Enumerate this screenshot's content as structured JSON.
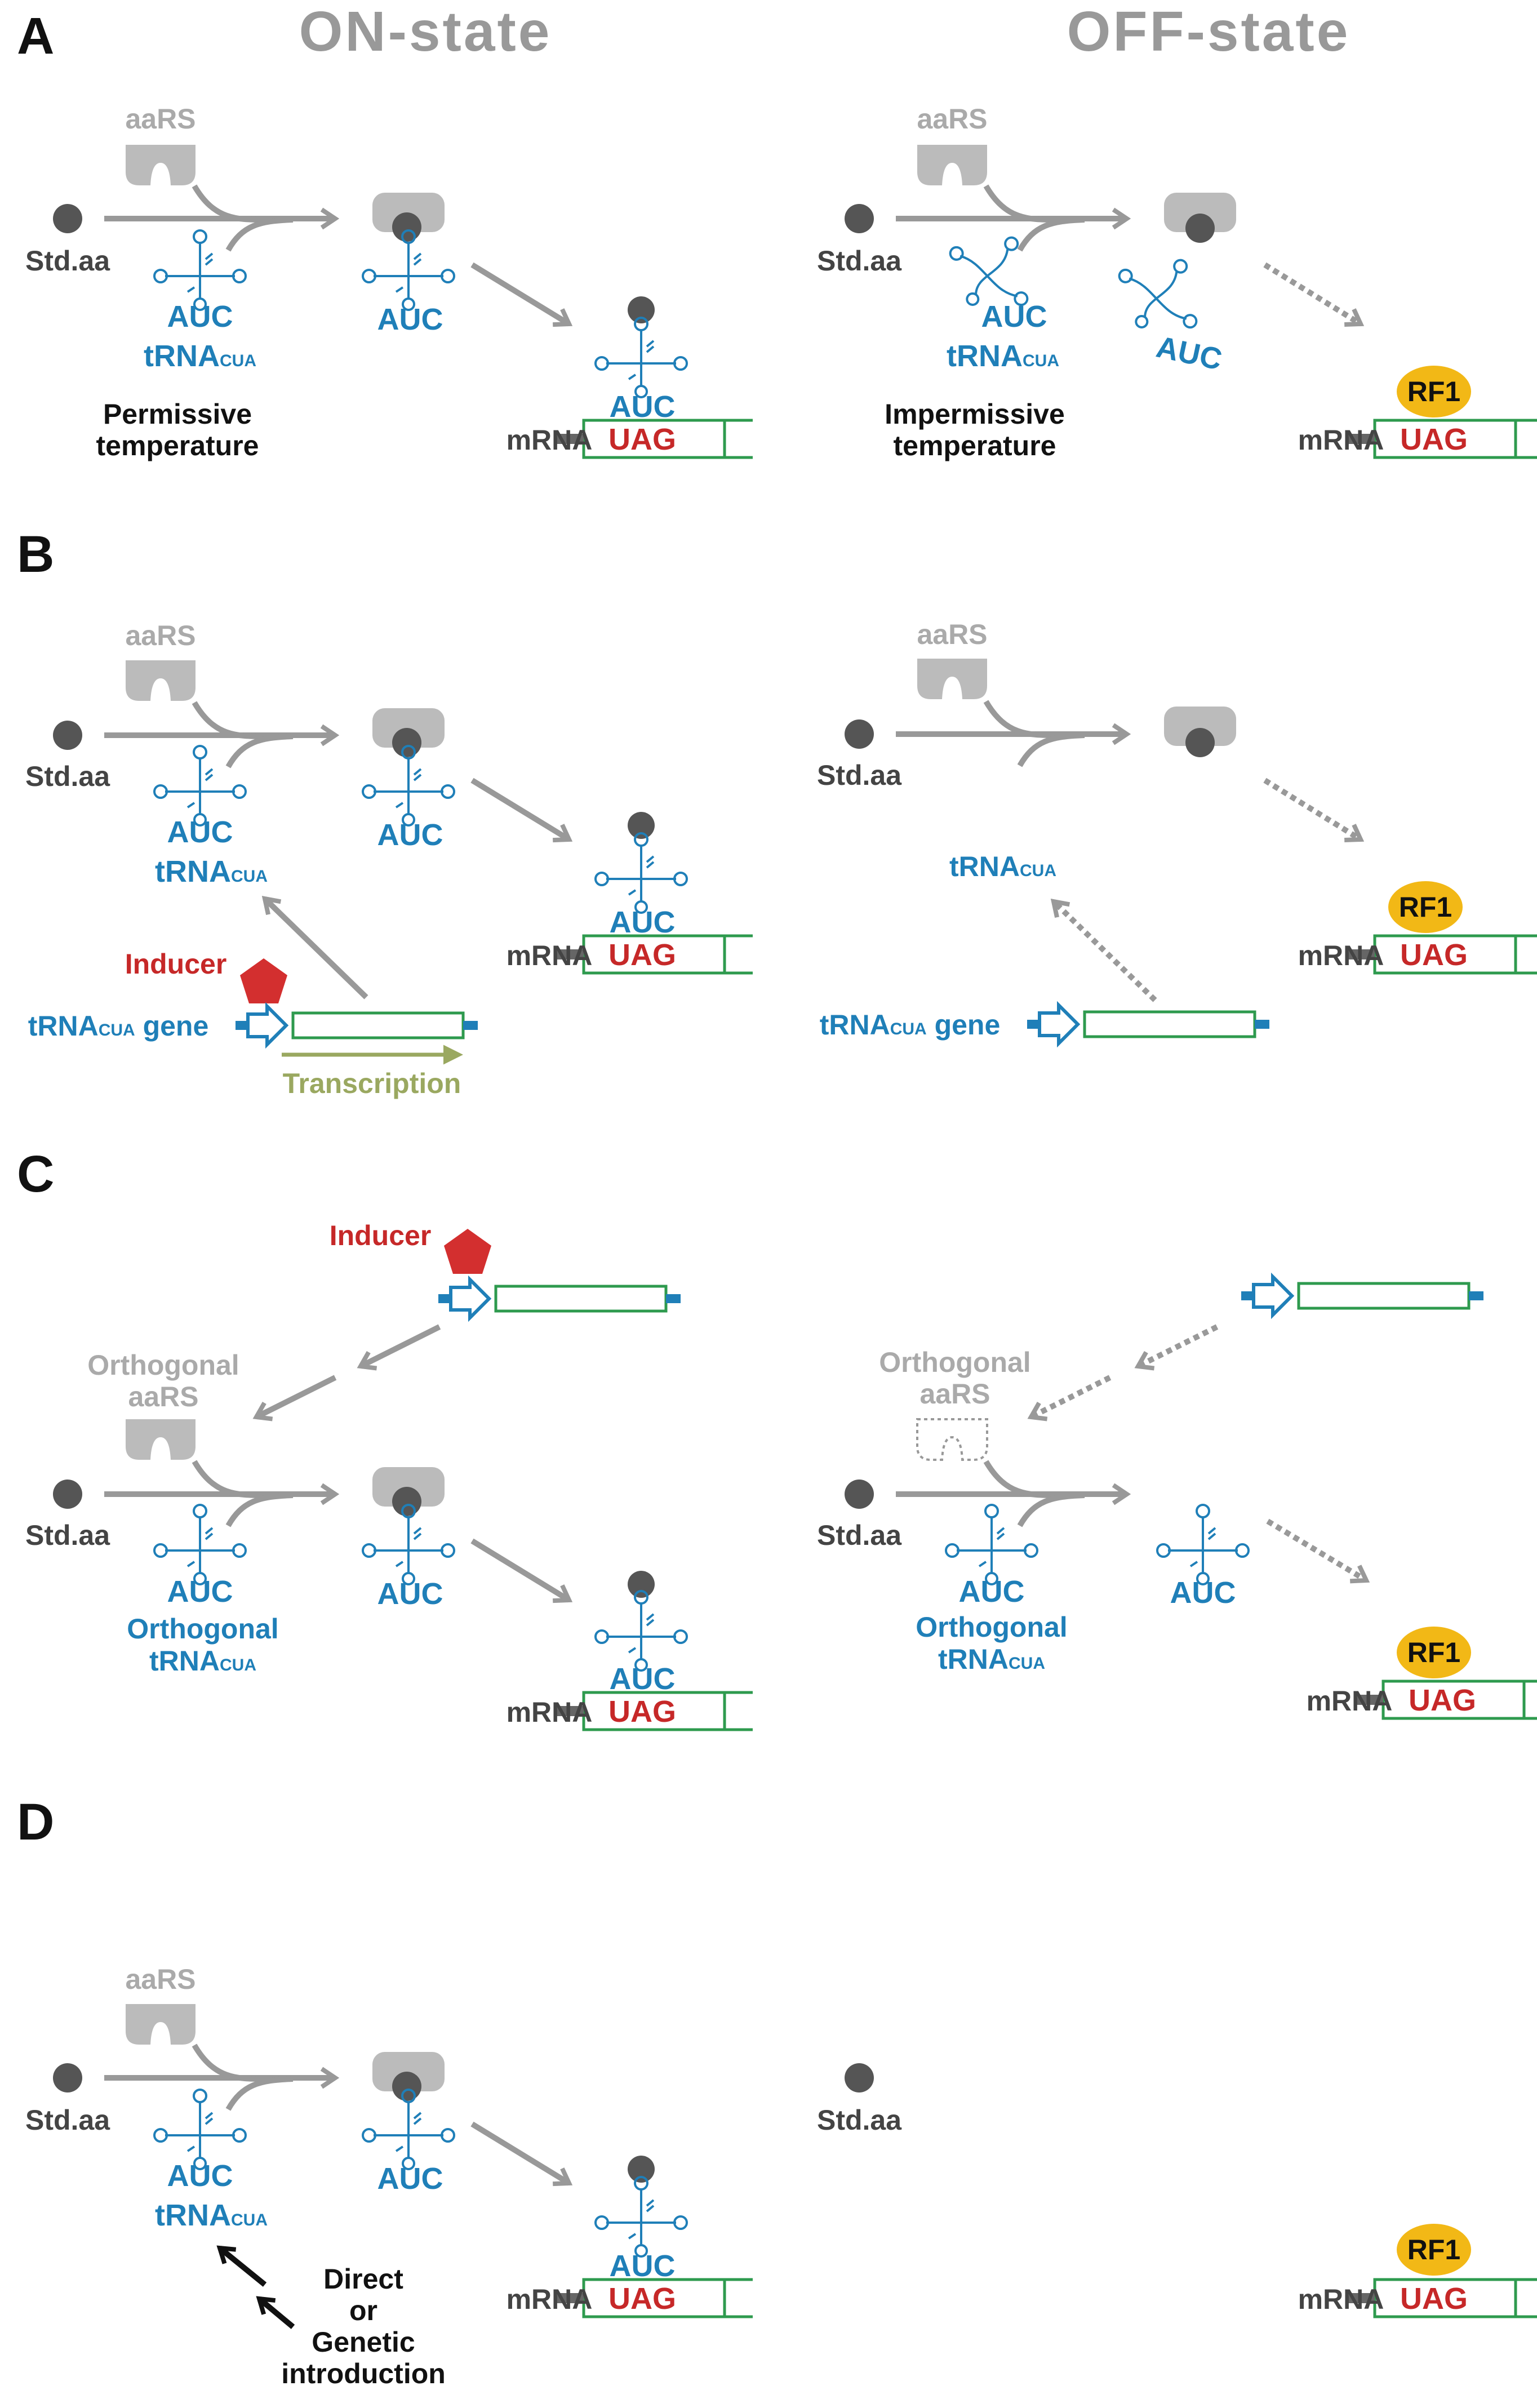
{
  "headers": {
    "on_state": "ON-state",
    "off_state": "OFF-state"
  },
  "panels": [
    {
      "label": "A",
      "on": {
        "aars": "aaRS",
        "std_aa": "Std.aa",
        "anticodon": "AUC",
        "trna": "tRNA",
        "trna_sub": "CUA",
        "charged_anticodon": "AUC",
        "mrna": "mRNA",
        "site_anticodon": "AUC",
        "codon": "UAG",
        "note_line1": "Permissive",
        "note_line2": "temperature"
      },
      "off": {
        "aars": "aaRS",
        "std_aa": "Std.aa",
        "anticodon": "AUC",
        "trna": "tRNA",
        "trna_sub": "CUA",
        "free_anticodon": "AUC",
        "rf1": "RF1",
        "mrna": "mRNA",
        "codon": "UAG",
        "note_line1": "Impermissive",
        "note_line2": "temperature"
      }
    },
    {
      "label": "B",
      "on": {
        "aars": "aaRS",
        "std_aa": "Std.aa",
        "anticodon": "AUC",
        "trna": "tRNA",
        "trna_sub": "CUA",
        "charged_anticodon": "AUC",
        "mrna": "mRNA",
        "site_anticodon": "AUC",
        "codon": "UAG",
        "inducer": "Inducer",
        "gene": "tRNA",
        "gene_sub": "CUA",
        "gene_suffix": " gene",
        "transcription": "Transcription"
      },
      "off": {
        "aars": "aaRS",
        "std_aa": "Std.aa",
        "trna": "tRNA",
        "trna_sub": "CUA",
        "rf1": "RF1",
        "mrna": "mRNA",
        "codon": "UAG",
        "gene": "tRNA",
        "gene_sub": "CUA",
        "gene_suffix": " gene"
      }
    },
    {
      "label": "C",
      "on": {
        "inducer": "Inducer",
        "aars_line1": "Orthogonal",
        "aars_line2": "aaRS",
        "std_aa": "Std.aa",
        "anticodon": "AUC",
        "trna_line1": "Orthogonal",
        "trna": "tRNA",
        "trna_sub": "CUA",
        "charged_anticodon": "AUC",
        "mrna": "mRNA",
        "site_anticodon": "AUC",
        "codon": "UAG"
      },
      "off": {
        "aars_line1": "Orthogonal",
        "aars_line2": "aaRS",
        "std_aa": "Std.aa",
        "anticodon": "AUC",
        "trna_line1": "Orthogonal",
        "trna": "tRNA",
        "trna_sub": "CUA",
        "free_anticodon": "AUC",
        "rf1": "RF1",
        "mrna": "mRNA",
        "codon": "UAG"
      }
    },
    {
      "label": "D",
      "on": {
        "aars": "aaRS",
        "std_aa": "Std.aa",
        "anticodon": "AUC",
        "trna": "tRNA",
        "trna_sub": "CUA",
        "charged_anticodon": "AUC",
        "mrna": "mRNA",
        "site_anticodon": "AUC",
        "codon": "UAG",
        "intro_line1": "Direct",
        "intro_line2": "or",
        "intro_line3": "Genetic",
        "intro_line4": "introduction"
      },
      "off": {
        "std_aa": "Std.aa",
        "rf1": "RF1",
        "mrna": "mRNA",
        "codon": "UAG"
      }
    }
  ],
  "colors": {
    "grey": "#999999",
    "blue": "#1f7fb8",
    "red": "#c62828",
    "green": "#2e9a4e",
    "rf1": "#f2b816",
    "inducer": "#d32f2f"
  }
}
